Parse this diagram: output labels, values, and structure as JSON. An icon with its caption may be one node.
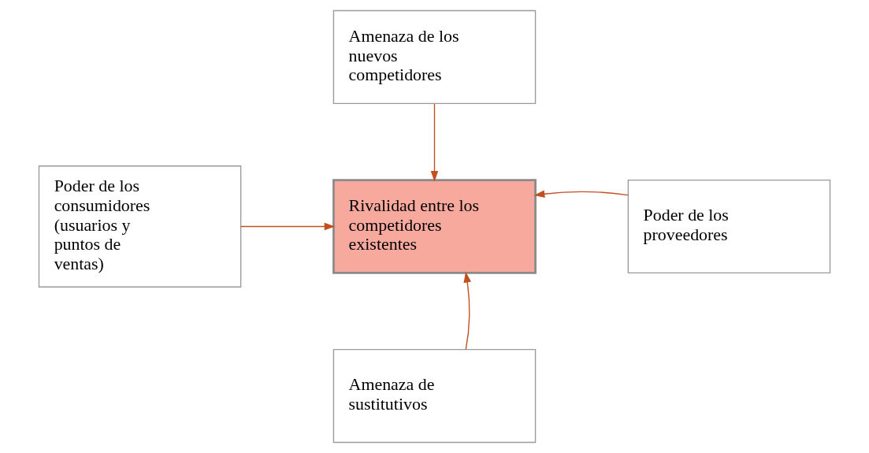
{
  "diagram": {
    "nodes": [
      {
        "text": [
          "Amenaza de los nuevos competidores"
        ]
      },
      {
        "text": [
          "Poder de los consumidores (usuarios y puntos de ventas)"
        ]
      },
      {
        "text": [
          "Rivalidad entre los competidores existentes"
        ]
      },
      {
        "text": [
          "Poder de los proveedores"
        ]
      },
      {
        "text": [
          "Amenaza de sustitutivos"
        ]
      }
    ],
    "edges": [
      {
        "from": 0,
        "to": 2,
        "arrow": "to"
      },
      {
        "from": 1,
        "to": 2,
        "arrow": "to"
      },
      {
        "from": 3,
        "to": 2,
        "arrow": "to"
      },
      {
        "from": 4,
        "to": 2,
        "arrow": "to"
      }
    ]
  }
}
